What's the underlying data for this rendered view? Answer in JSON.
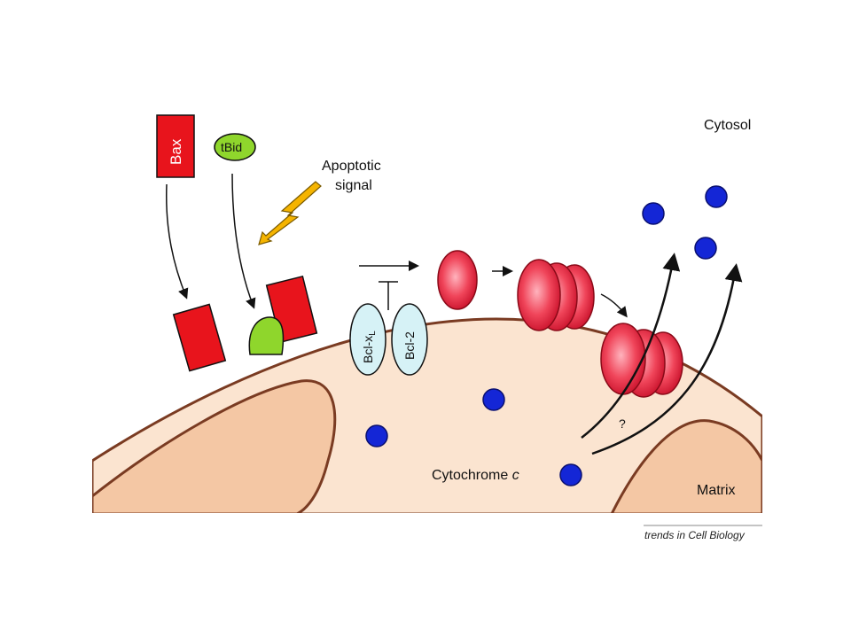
{
  "labels": {
    "bax": "Bax",
    "tbid": "tBid",
    "apoptotic_signal_line1": "Apoptotic",
    "apoptotic_signal_line2": "signal",
    "cytosol": "Cytosol",
    "matrix": "Matrix",
    "cytochrome_c": "Cytochrome",
    "cytochrome_c_italic": "c",
    "bcl_xl": "Bcl-x",
    "bcl_xl_sub": "L",
    "bcl_2": "Bcl-2",
    "question": "?"
  },
  "credit": "trends in Cell Biology",
  "colors": {
    "bax_red": "#e8141c",
    "tbid_green": "#8fd62c",
    "membrane_fill": "#fbe4d0",
    "membrane_edge": "#7a3b22",
    "cristae_fill": "#f4c7a4",
    "bcl_fill": "#d6f2f6",
    "pore_red": "#e8283c",
    "cytochrome_blue": "#1426d6",
    "signal_yellow": "#f5b400"
  }
}
